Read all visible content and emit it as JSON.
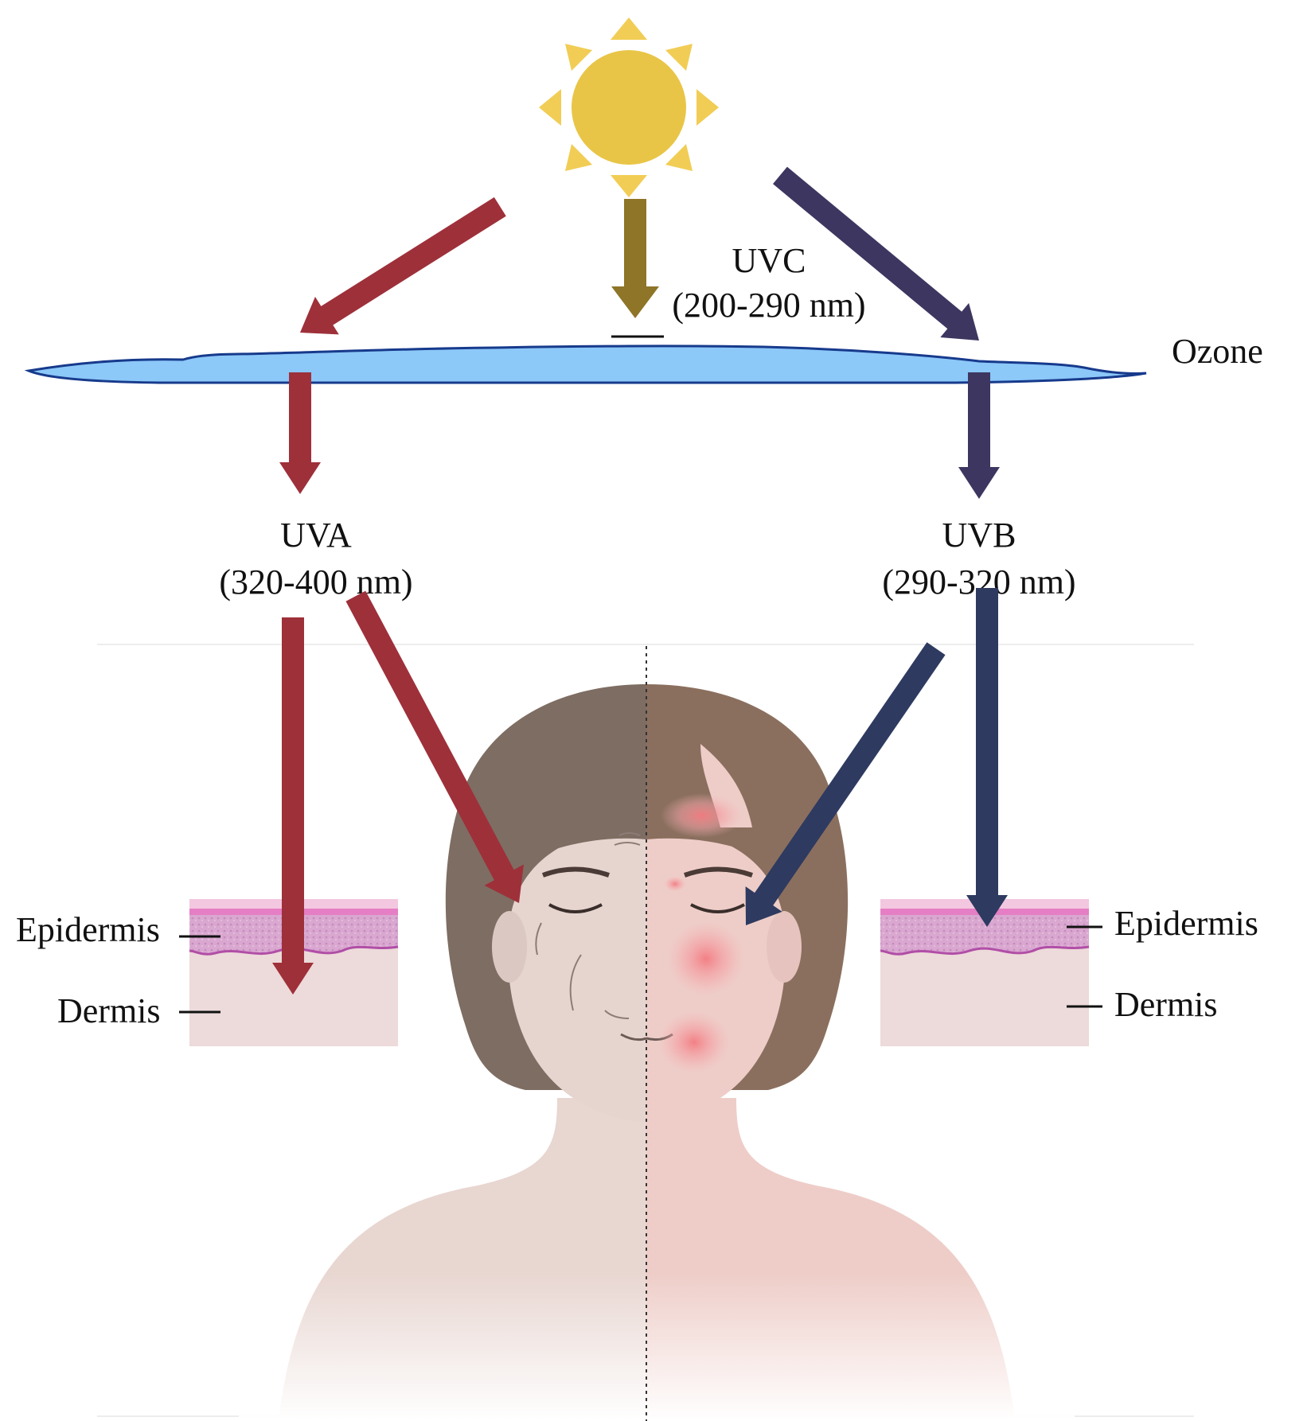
{
  "labels": {
    "uvc_name": "UVC",
    "uvc_range": "(200-290 nm)",
    "ozone": "Ozone",
    "uva_name": "UVA",
    "uva_range": "(320-400 nm)",
    "uvb_name": "UVB",
    "uvb_range": "(290-320 nm)",
    "left_epidermis": "Epidermis",
    "left_dermis": "Dermis",
    "right_epidermis": "Epidermis",
    "right_dermis": "Dermis"
  },
  "icons": {
    "sun": "sun-icon",
    "ozone": "ozone-layer",
    "face": "face-illustration",
    "skin": "skin-cross-section"
  },
  "colors": {
    "sun": "#E9C547",
    "uva_arrow": "#9E303A",
    "uvb_arrow": "#3D3660",
    "uvb_arrow_lower": "#2E3A60",
    "uvc_arrow": "#8E7527",
    "ozone_fill": "#8CC8F8",
    "ozone_edge": "#173A8C",
    "hair_left": "#7E6D62",
    "hair_right": "#8B6F5E",
    "skin_left": "#E6D4CF",
    "skin_right": "#EECDC8",
    "redness": "#F08B90"
  }
}
